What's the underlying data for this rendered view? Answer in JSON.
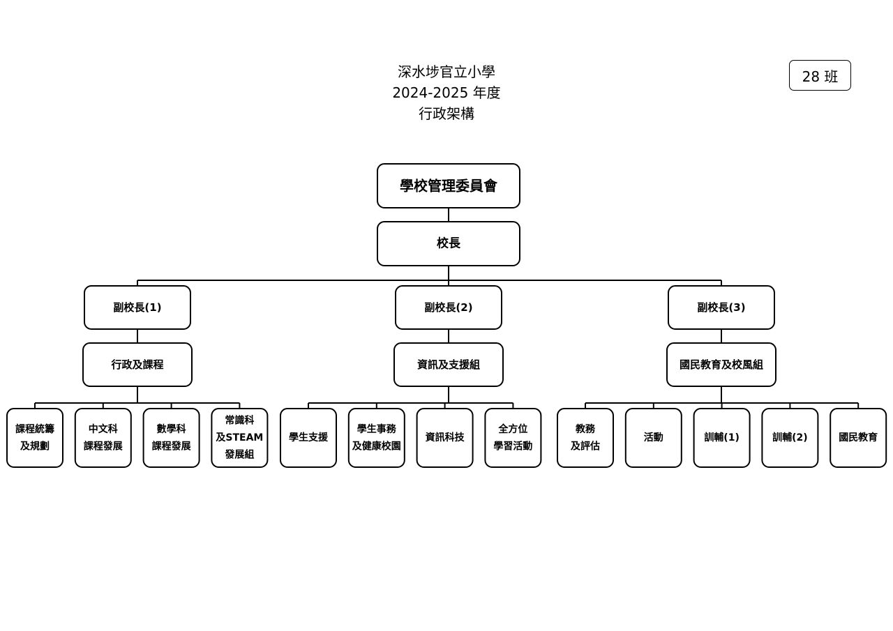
{
  "header": {
    "school": "深水埗官立小學",
    "year": "2024-2025 年度",
    "subtitle": "行政架構"
  },
  "badge": {
    "label": "28 班"
  },
  "org": {
    "board": "學校管理委員會",
    "principal": "校長",
    "branches": [
      {
        "vp": "副校長(1)",
        "group": "行政及課程",
        "units": [
          [
            "課程統籌",
            "及規劃"
          ],
          [
            "中文科",
            "課程發展"
          ],
          [
            "數學科",
            "課程發展"
          ],
          [
            "常識科",
            "及STEAM",
            "發展組"
          ]
        ]
      },
      {
        "vp": "副校長(2)",
        "group": "資訊及支援組",
        "units": [
          [
            "學生支援"
          ],
          [
            "學生事務",
            "及健康校園"
          ],
          [
            "資訊科技"
          ],
          [
            "全方位",
            "學習活動"
          ]
        ]
      },
      {
        "vp": "副校長(3)",
        "group": "國民教育及校風組",
        "units": [
          [
            "教務",
            "及評估"
          ],
          [
            "活動"
          ],
          [
            "訓輔(1)"
          ],
          [
            "訓輔(2)"
          ],
          [
            "國民教育"
          ]
        ]
      }
    ]
  }
}
